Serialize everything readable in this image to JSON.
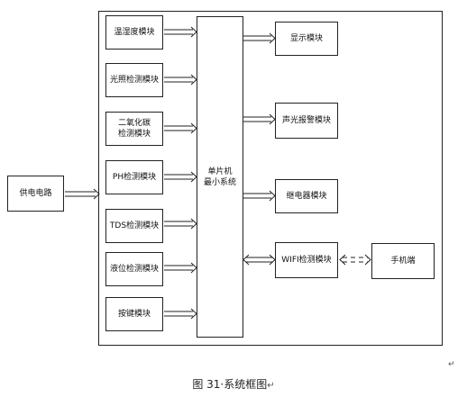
{
  "diagram": {
    "power": "供电电路",
    "mcu": "单片机\n最小系统",
    "sensors": [
      "温湿度模块",
      "光照检测模块",
      "二氧化碳\n检测模块",
      "PH检测模块",
      "TDS检测模块",
      "液位检测模块",
      "按键模块"
    ],
    "outputs": [
      "显示模块",
      "声光报警模块",
      "继电器模块",
      "WIFI检测模块"
    ],
    "phone": "手机端"
  },
  "caption": "图 31·系统框图",
  "marks": {
    "return_right": "↵",
    "return_caption": "↵"
  }
}
